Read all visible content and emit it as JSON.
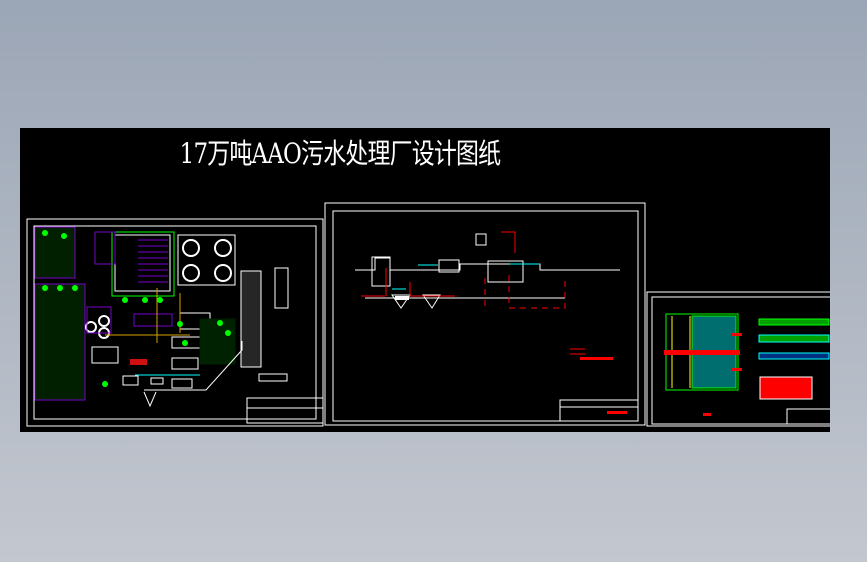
{
  "drawing": {
    "title": "17万吨AAO污水处理厂设计图纸",
    "background_color": "#000000",
    "line_colors": {
      "white": "#ffffff",
      "green": "#00ff00",
      "blue": "#0000ff",
      "purple": "#7a00c8",
      "red": "#ff0000",
      "cyan": "#00ffff",
      "orange": "#d4a000",
      "magenta": "#ff00ff",
      "yellow": "#ffff00"
    },
    "sheets": [
      {
        "id": "site-plan"
      },
      {
        "id": "process-flow-profile"
      },
      {
        "id": "tank-detail"
      }
    ]
  }
}
